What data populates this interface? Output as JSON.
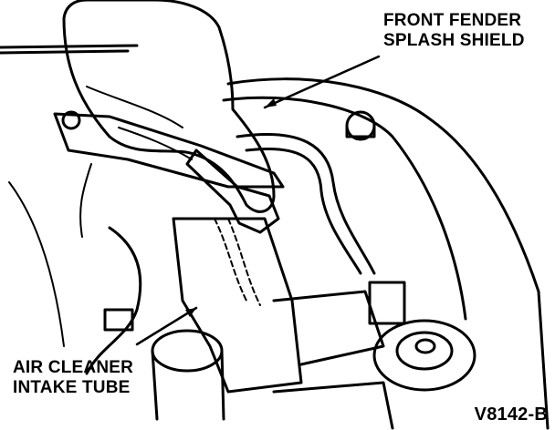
{
  "labels": {
    "front_fender_line1": "FRONT FENDER",
    "front_fender_line2": "SPLASH SHIELD",
    "air_cleaner_line1": "AIR CLEANER",
    "air_cleaner_line2": "INTAKE TUBE",
    "figure_code": "V8142-B"
  },
  "colors": {
    "ink": "#000000",
    "paper": "#ffffff"
  }
}
